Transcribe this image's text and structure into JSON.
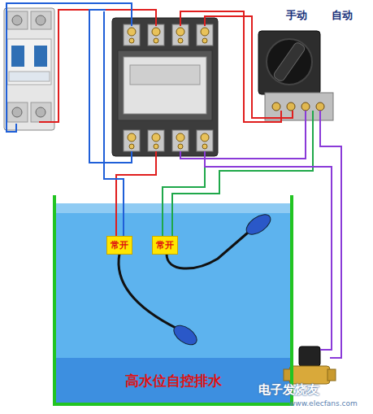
{
  "diagram": {
    "nodes": [
      {
        "text": [
          "高水位自控排水"
        ]
      },
      {
        "text": [
          "常开"
        ],
        "in": 0
      },
      {
        "text": [
          "常开"
        ],
        "in": 0
      }
    ],
    "labels": [
      "手动",
      "自动",
      "电子发烧友",
      "www.elecfans.com"
    ]
  }
}
